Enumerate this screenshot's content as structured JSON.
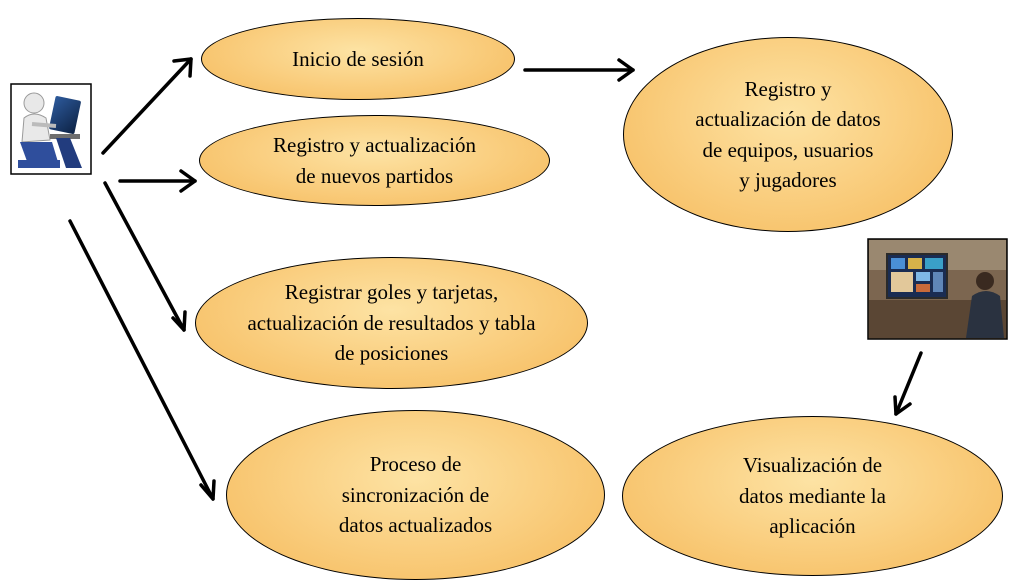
{
  "colors": {
    "ellipse_fill_light": "#fde3a4",
    "ellipse_fill_dark": "#f6b95a",
    "stroke": "#000000"
  },
  "actor_icon": "person-at-computer-icon",
  "viewer_image": "person-watching-tv-image",
  "processes": {
    "login": "Inicio de sesión",
    "register_matches": "Registro y actualización\nde nuevos partidos",
    "register_teams": "Registro y\nactualización de datos\nde equipos, usuarios\ny jugadores",
    "goals_cards": "Registrar goles y tarjetas,\nactualización de resultados y tabla\nde posiciones",
    "sync": "Proceso de\nsincronización de\ndatos actualizados",
    "visualization": "Visualización de\ndatos mediante la\naplicación"
  }
}
